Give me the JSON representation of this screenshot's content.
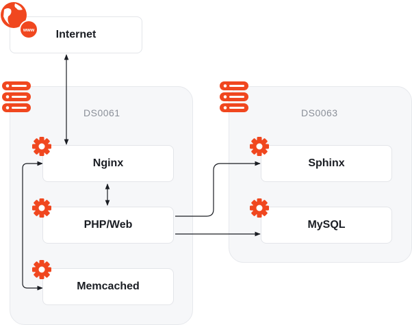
{
  "colors": {
    "accent": "#f0471f",
    "line": "#1a1d23"
  },
  "internet": {
    "label": "Internet",
    "icon": "globe-www-icon"
  },
  "hosts": [
    {
      "label": "DS0061",
      "icon": "server-rack-icon"
    },
    {
      "label": "DS0063",
      "icon": "server-rack-icon"
    }
  ],
  "services": {
    "nginx": "Nginx",
    "php": "PHP/Web",
    "memcached": "Memcached",
    "sphinx": "Sphinx",
    "mysql": "MySQL"
  }
}
